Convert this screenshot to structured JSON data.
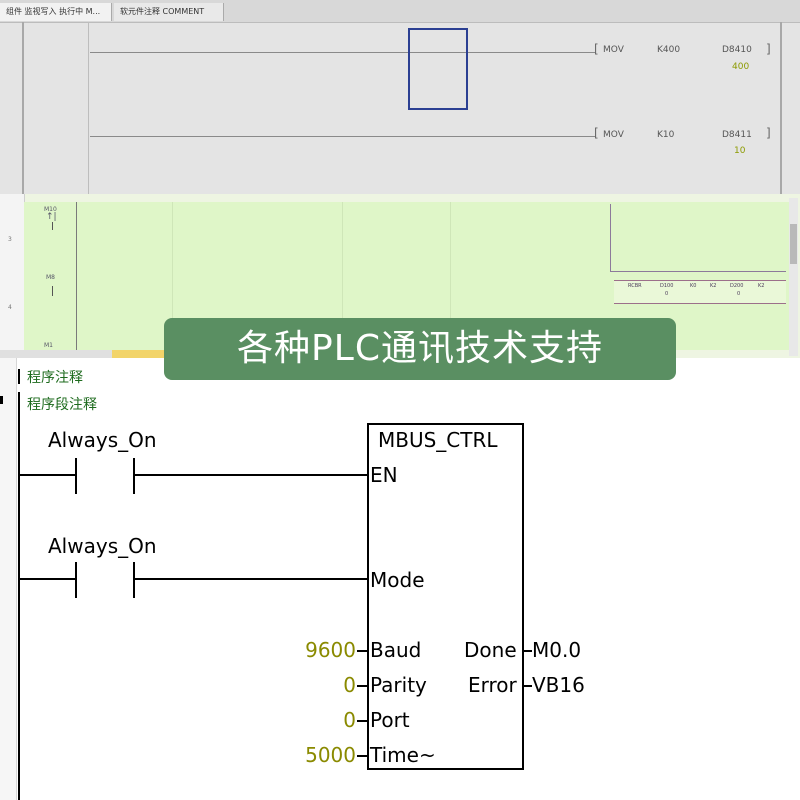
{
  "top_view": {
    "tabs": [
      "组件 监视写入 执行中 M...",
      "软元件注释 COMMENT"
    ],
    "rungs": [
      {
        "instruction": "MOV",
        "source": "K400",
        "dest": "D8410",
        "current": "400"
      },
      {
        "instruction": "MOV",
        "source": "K10",
        "dest": "D8411",
        "current": "10"
      }
    ]
  },
  "middle_view": {
    "rows": [
      {
        "num": "3",
        "contact": "M10"
      },
      {
        "num": "4",
        "contact": "M8"
      },
      {
        "num": "",
        "contact": "M1"
      }
    ],
    "instruction_row": [
      "RCBR",
      "D100",
      "K0",
      "K2",
      "D200",
      "K2"
    ],
    "instruction_subvals": [
      "0",
      "0"
    ]
  },
  "banner": {
    "text": "各种PLC通讯技术支持"
  },
  "ladder": {
    "program_comment": "程序注释",
    "network_comment": "程序段注释",
    "contacts": [
      "Always_On",
      "Always_On"
    ],
    "block": {
      "title": "MBUS_CTRL",
      "inputs": [
        "EN",
        "Mode",
        "Baud",
        "Parity",
        "Port",
        "Time~"
      ],
      "input_values": [
        "9600",
        "0",
        "0",
        "5000"
      ],
      "outputs": [
        "Done",
        "Error"
      ],
      "output_values": [
        "M0.0",
        "VB16"
      ]
    }
  },
  "colors": {
    "comment_green": "#1e6b1e",
    "param_olive": "#8a8a00",
    "banner_green": "#5a8f62",
    "band_green": "#dff6c8"
  }
}
